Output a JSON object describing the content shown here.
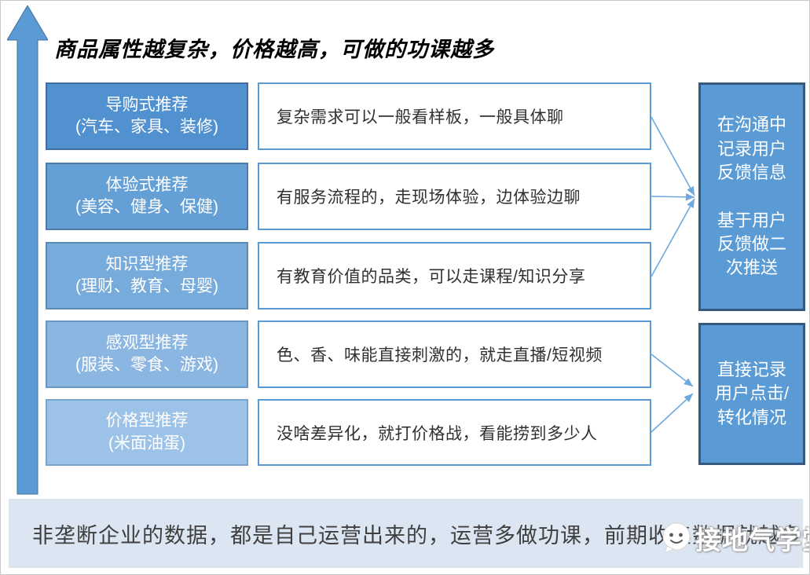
{
  "title": "商品属性越复杂，价格越高，可做的功课越多",
  "rows": [
    {
      "category": "导购式推荐\n(汽车、家具、装修)",
      "strategy": "复杂需求可以一般看样板，一般具体聊",
      "fill": "#5191D0",
      "border": "#3F6E9E"
    },
    {
      "category": "体验式推荐\n(美容、健身、保健)",
      "strategy": "有服务流程的，走现场体验，边体验边聊",
      "fill": "#64A0D6",
      "border": "#4D7CA8"
    },
    {
      "category": "知识型推荐\n(理财、教育、母婴)",
      "strategy": "有教育价值的品类，可以走课程/知识分享",
      "fill": "#77ABDC",
      "border": "#5B8AB3"
    },
    {
      "category": "感观型推荐\n(服装、零食、游戏)",
      "strategy": "色、香、味能直接刺激的，就走直播/短视频",
      "fill": "#8AB6E1",
      "border": "#6997BF"
    },
    {
      "category": "价格型推荐\n(米面油蛋)",
      "strategy": "没啥差异化，就打价格战，看能捞到多少人",
      "fill": "#9CC3E7",
      "border": "#78A4CB"
    }
  ],
  "outcomes": [
    {
      "text": "在沟通中\n记录用户\n反馈信息\n\n基于用户\n反馈做二\n次推送"
    },
    {
      "text": "直接记录\n用户点击/\n转化情况"
    }
  ],
  "footer": {
    "text": "非垄断企业的数据，都是自己运营出来的，运营多做功课，前期收集数据就越多"
  },
  "watermark": {
    "text": "接地气学堂"
  },
  "colors": {
    "accent": "#5B9BD5",
    "accent_dark": "#41719C",
    "middle_border": "#5B9BD5",
    "outcome_fill": "#5B9BD5",
    "outcome_border": "#36597F",
    "connector": "#6FA8DC",
    "footer_bg": "#DCE6F2"
  }
}
